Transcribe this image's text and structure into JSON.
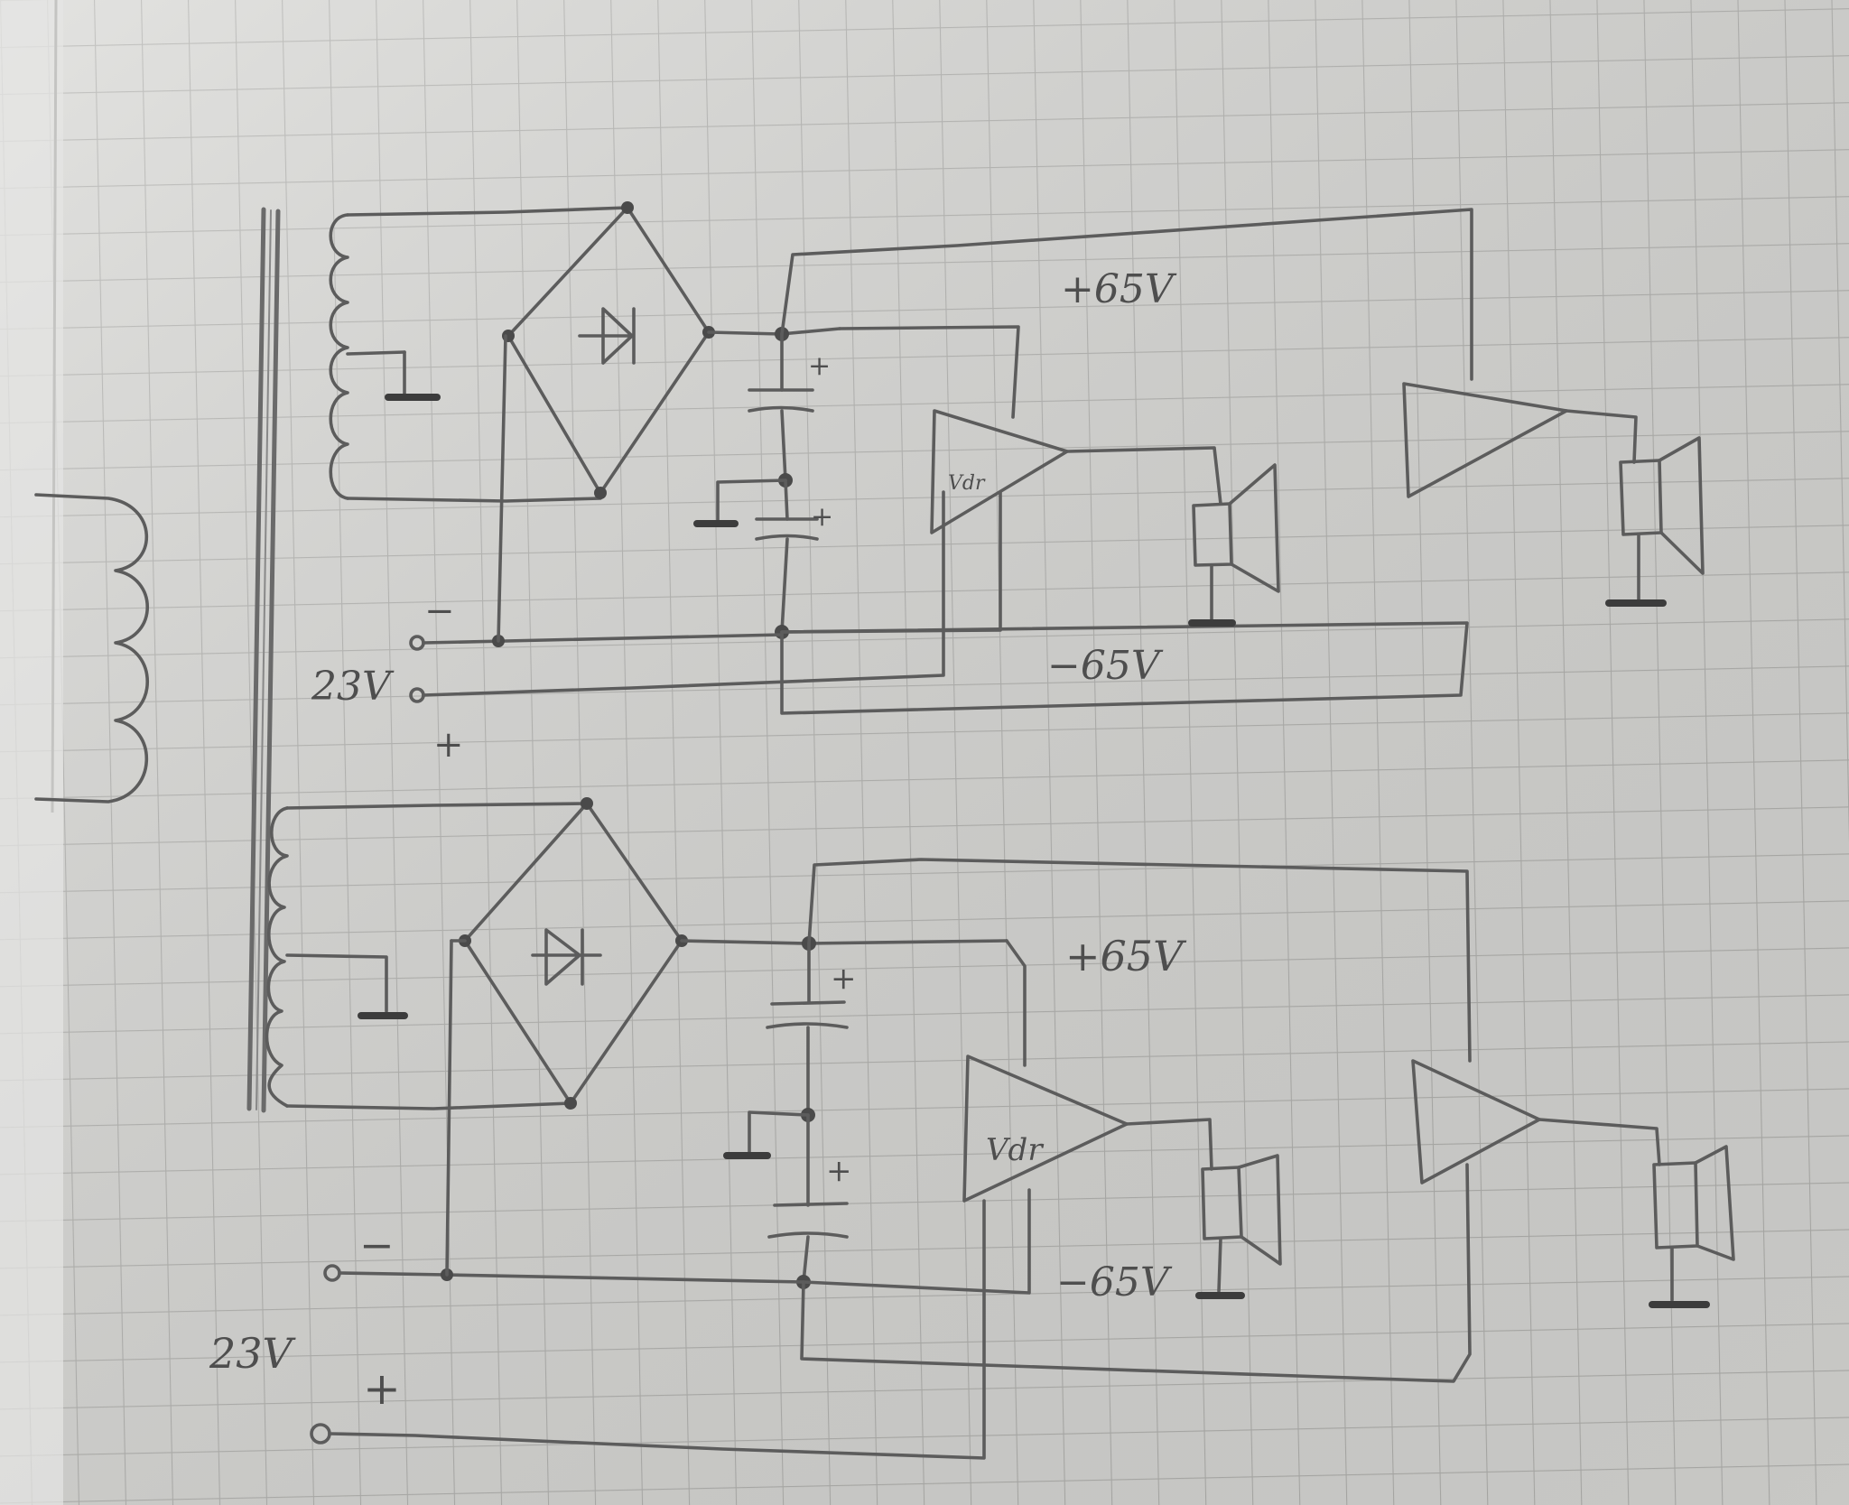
{
  "upper_circuit": {
    "supply_input_label": "23V",
    "input_minus_sign": "−",
    "input_plus_sign": "+",
    "positive_rail_label": "+65V",
    "negative_rail_label": "−65V",
    "capacitor_plus_sign": "+",
    "driver_label": "Vdr"
  },
  "lower_circuit": {
    "supply_input_label": "23V",
    "input_minus_sign": "−",
    "input_plus_sign": "+",
    "positive_rail_label": "+65V",
    "negative_rail_label": "−65V",
    "capacitor_plus_sign": "+",
    "driver_label": "Vdr"
  },
  "colors": {
    "paper": "#d9d9d6",
    "grid": "#b3b3b0",
    "pencil": "#5c5c5c"
  },
  "icons": [
    "transformer-primary-icon",
    "transformer-core-icon",
    "secondary-winding-icon",
    "bridge-rectifier-icon",
    "electrolytic-capacitor-icon",
    "ground-icon",
    "driver-amplifier-icon",
    "power-amplifier-icon",
    "speaker-icon",
    "terminal-icon"
  ]
}
